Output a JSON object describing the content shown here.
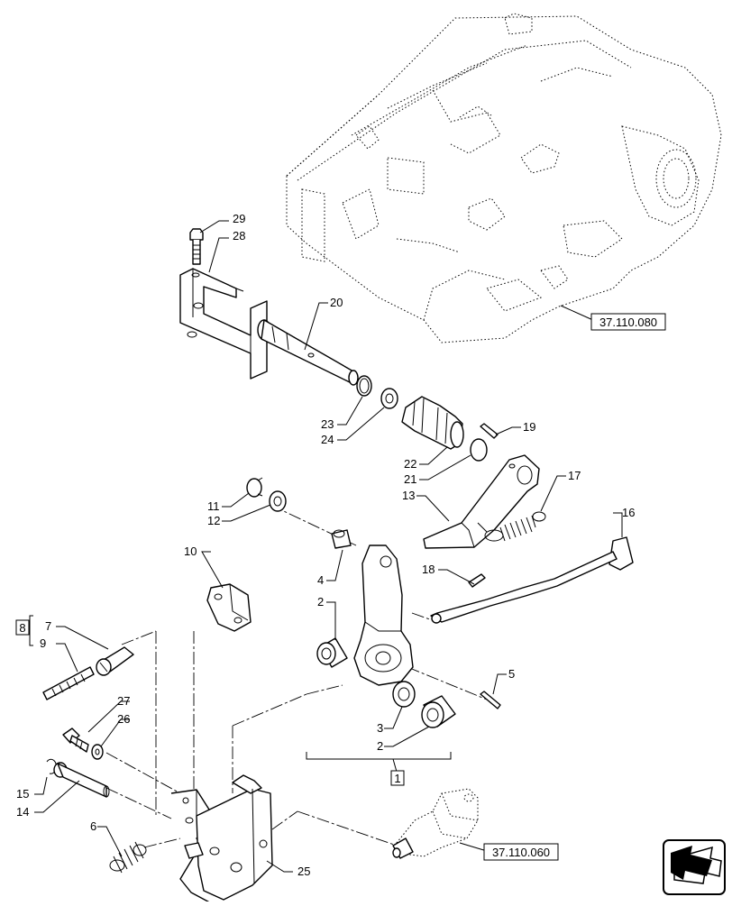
{
  "references": {
    "housing": "37.110.080",
    "bracket": "37.110.060",
    "group_box": "1",
    "kit_box": "8"
  },
  "callouts": [
    "2",
    "2",
    "3",
    "4",
    "5",
    "6",
    "7",
    "9",
    "10",
    "11",
    "12",
    "13",
    "14",
    "15",
    "16",
    "17",
    "18",
    "19",
    "20",
    "21",
    "22",
    "23",
    "24",
    "25",
    "26",
    "27",
    "28",
    "29"
  ],
  "nav_icon": "arrow-back-icon"
}
